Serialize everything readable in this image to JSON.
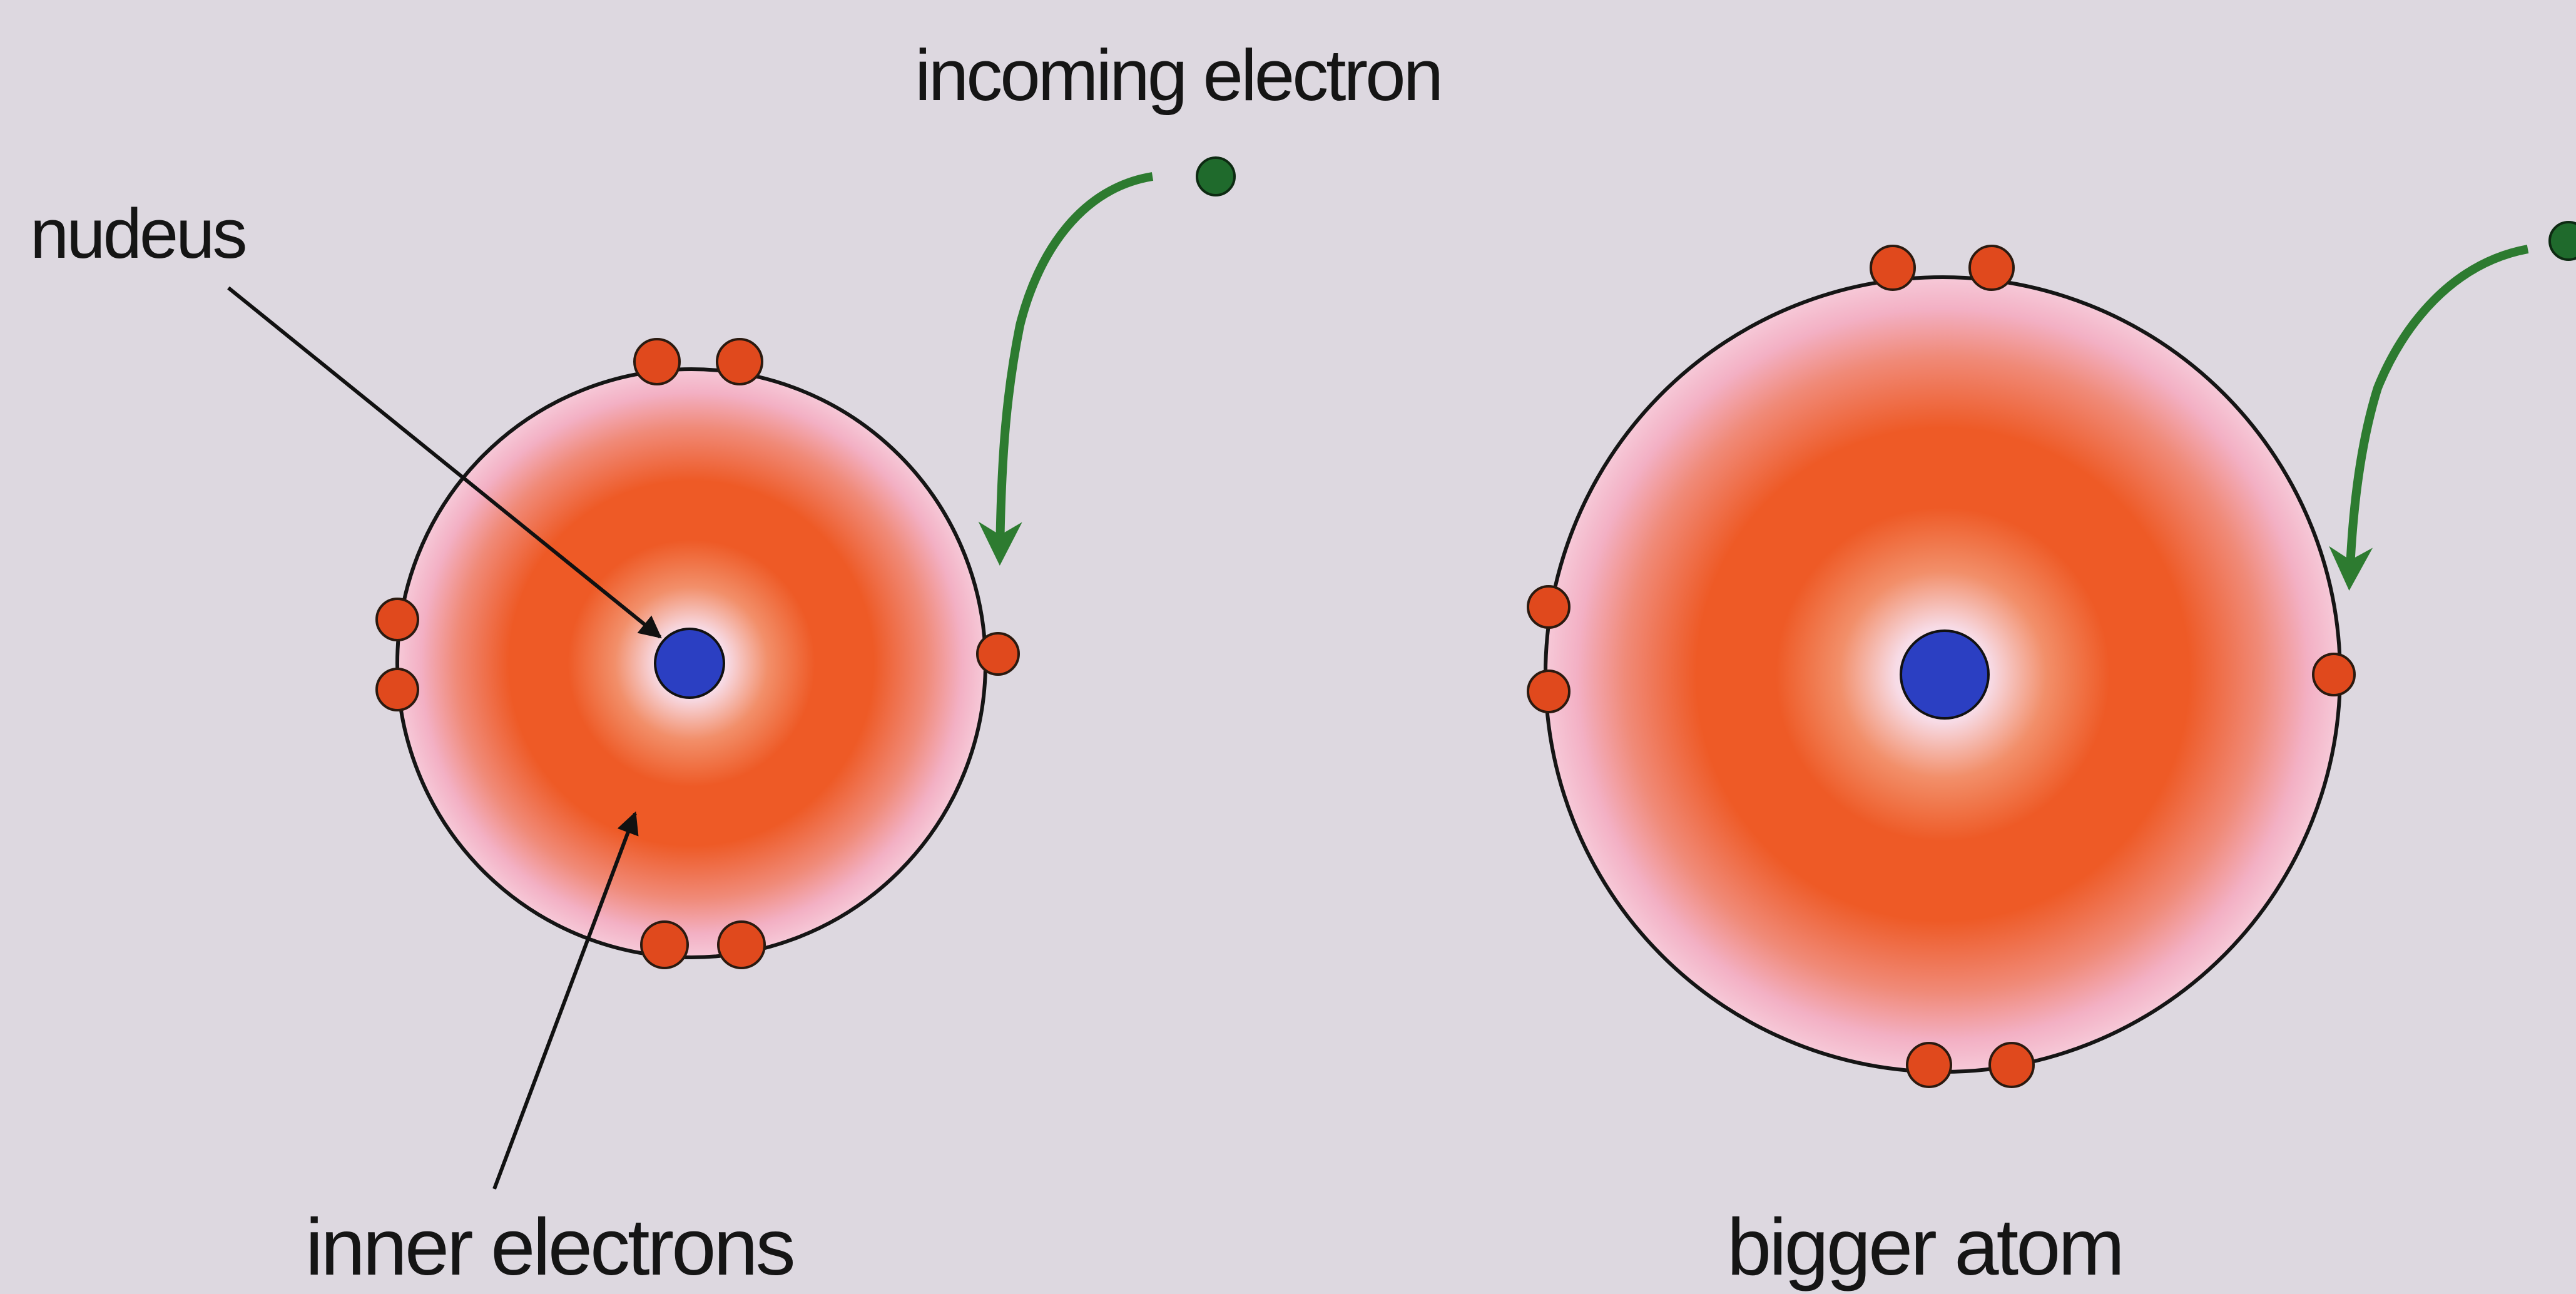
{
  "labels": {
    "nucleus": "nudeus",
    "incoming_electron": "incoming electron",
    "inner_electrons": "inner electrons",
    "bigger_atom": "bigger atom"
  },
  "colors": {
    "background": "#ddd8e0",
    "nucleus": "#2b3fc2",
    "outer_electron": "#e0491d",
    "incoming_electron": "#1f6a2c",
    "arrow_green": "#2d7b30",
    "cloud_core": "#ee5a26",
    "cloud_edge": "#f4b0c4"
  },
  "icons": {
    "atoms": [
      "small-atom",
      "bigger-atom"
    ],
    "arrows": [
      "pointer-arrow-to-nucleus",
      "pointer-arrow-to-inner-electrons",
      "incoming-electron-arrow-left",
      "incoming-electron-arrow-right"
    ]
  }
}
